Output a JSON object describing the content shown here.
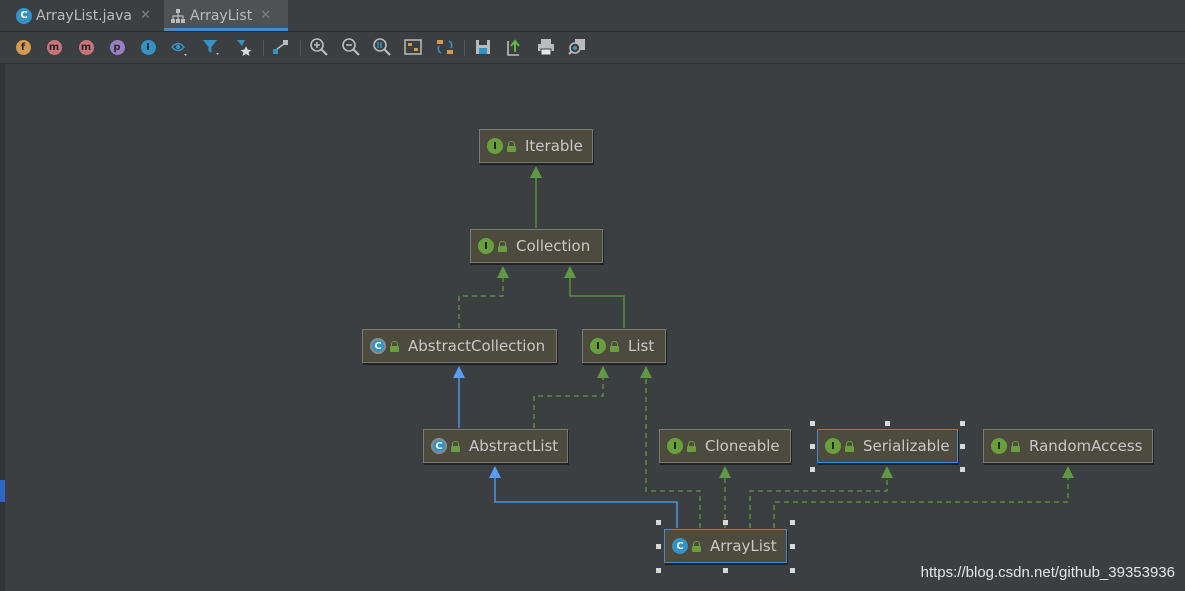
{
  "tabs": [
    {
      "label": "ArrayList.java",
      "icon": "class-icon"
    },
    {
      "label": "ArrayList",
      "icon": "hierarchy-icon",
      "active": true
    }
  ],
  "toolbar": {
    "letters": {
      "fields": "f",
      "constructors": "m",
      "methods": "m",
      "properties": "p",
      "inner": "I"
    },
    "icons": [
      "fields-icon",
      "constructors-icon",
      "methods-icon",
      "properties-icon",
      "inner-classes-icon",
      "visibility-icon",
      "filter-icon",
      "pin-icon",
      "layout-icon",
      "zoom-in-icon",
      "zoom-out-icon",
      "actual-size-icon",
      "fit-content-icon",
      "apply-layout-icon",
      "save-icon",
      "export-icon",
      "print-icon",
      "preview-icon"
    ]
  },
  "nodes": {
    "iterable": {
      "label": "Iterable",
      "kind": "interface"
    },
    "collection": {
      "label": "Collection",
      "kind": "interface"
    },
    "abstract_collection": {
      "label": "AbstractCollection",
      "kind": "abstract-class"
    },
    "list": {
      "label": "List",
      "kind": "interface"
    },
    "abstract_list": {
      "label": "AbstractList",
      "kind": "abstract-class"
    },
    "cloneable": {
      "label": "Cloneable",
      "kind": "interface"
    },
    "serializable": {
      "label": "Serializable",
      "kind": "interface"
    },
    "random_access": {
      "label": "RandomAccess",
      "kind": "interface"
    },
    "array_list": {
      "label": "ArrayList",
      "kind": "class"
    }
  },
  "badges": {
    "interface": "I",
    "class": "C"
  },
  "edges": [
    {
      "from": "Collection",
      "to": "Iterable",
      "type": "extends"
    },
    {
      "from": "AbstractCollection",
      "to": "Collection",
      "type": "implements"
    },
    {
      "from": "List",
      "to": "Collection",
      "type": "extends"
    },
    {
      "from": "AbstractList",
      "to": "AbstractCollection",
      "type": "extends-class"
    },
    {
      "from": "AbstractList",
      "to": "List",
      "type": "implements"
    },
    {
      "from": "ArrayList",
      "to": "AbstractList",
      "type": "extends-class"
    },
    {
      "from": "ArrayList",
      "to": "List",
      "type": "implements"
    },
    {
      "from": "ArrayList",
      "to": "Cloneable",
      "type": "implements"
    },
    {
      "from": "ArrayList",
      "to": "Serializable",
      "type": "implements"
    },
    {
      "from": "ArrayList",
      "to": "RandomAccess",
      "type": "implements"
    }
  ],
  "colors": {
    "interface_edge": "#5f9846",
    "class_edge": "#589df6",
    "node_fill": "#4d4b3e",
    "selection": "#4a88c7"
  },
  "watermark": "https://blog.csdn.net/github_39353936"
}
